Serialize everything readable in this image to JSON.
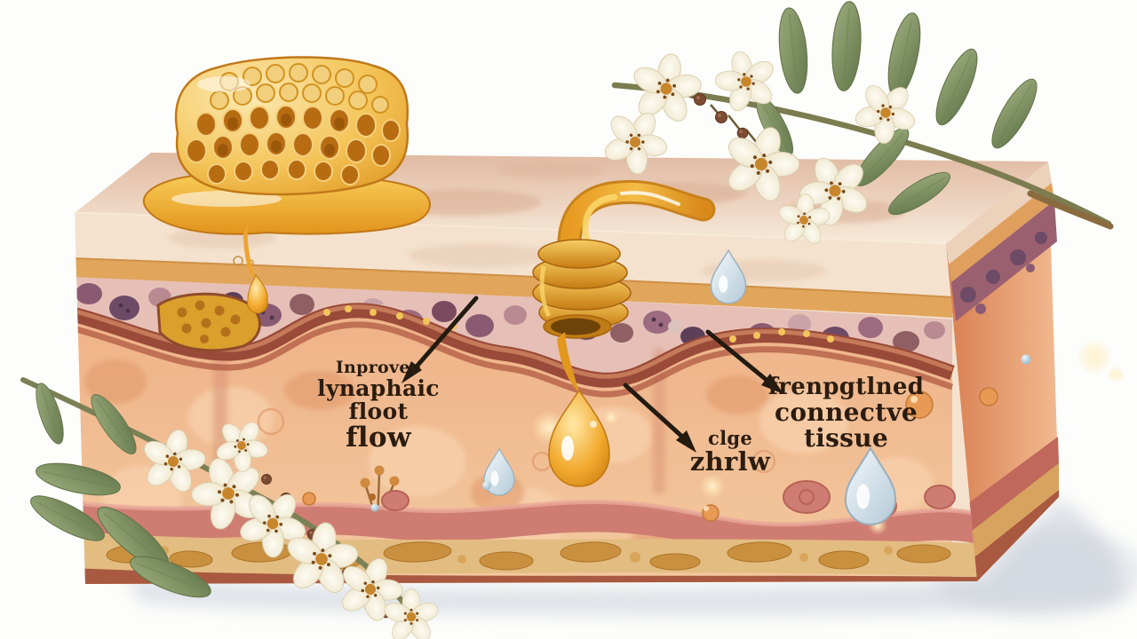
{
  "figure": {
    "description": "Watercolor cross-section diagram of skin layers topped with a honeycomb, a dripping honey dipper and white manuka flower branches, annotated with arrows"
  },
  "annotations": {
    "lymphatic_flow": {
      "line1": "Inprovee",
      "line2": "lynaphaic floot",
      "line3": "flow"
    },
    "connective_tissue": {
      "line1": "frenpgtlned",
      "line2": "connectve tissue"
    },
    "collagen": {
      "line1": "clge",
      "line2": "zhrlw"
    }
  },
  "illustration": {
    "elements": [
      "honeycomb",
      "honey-pool",
      "honey-dipper",
      "honey-drop",
      "skin-block",
      "epidermis",
      "basal-band",
      "cell-layer",
      "vessel-band",
      "honey-pocket",
      "dermis",
      "pink-vessel-layer",
      "subcutaneous-fat-layer",
      "manuka-branch-top-right",
      "manuka-branch-bottom-left",
      "water-droplets",
      "arrows"
    ],
    "colors": {
      "background": "#fdfdfb",
      "honey": "#e8a33d",
      "honey_light": "#f7cf7a",
      "epidermis_cream": "#f4e2ce",
      "basal_band_orange": "#e1a55c",
      "cell_layer_pink": "#e6c0b6",
      "cell_purple": "#6d4a66",
      "vessel_maroon": "#9a4a38",
      "dermis_peach": "#f0b68c",
      "lower_vessel_pink": "#cf7d72",
      "fat_tan": "#d9a45f",
      "leaf_green": "#8a9a6b",
      "petal_cream": "#f6f1dd",
      "droplet_blue": "#c7d9e4",
      "arrow_black": "#231a10",
      "label_ink": "#2b1c0f"
    }
  }
}
